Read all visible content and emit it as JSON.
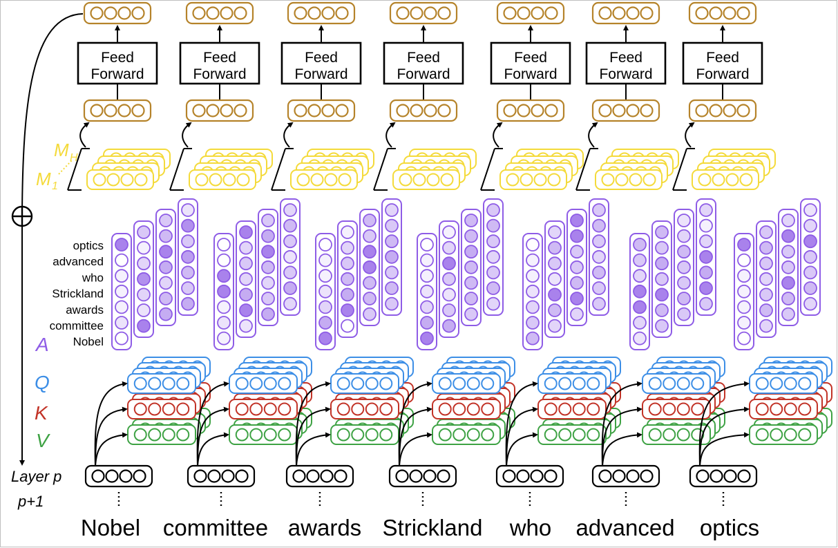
{
  "words": [
    "Nobel",
    "committee",
    "awards",
    "Strickland",
    "who",
    "advanced",
    "optics"
  ],
  "attention_labels": [
    "optics",
    "advanced",
    "who",
    "Strickland",
    "awards",
    "committee",
    "Nobel"
  ],
  "ff_label_line1": "Feed",
  "ff_label_line2": "Forward",
  "labels": {
    "A": "A",
    "Q": "Q",
    "K": "K",
    "V": "V",
    "layer_p": "Layer p",
    "layer_p1": "p+1",
    "mh_base": "M",
    "mh_sub": "H",
    "m1_base": "M",
    "m1_sub": "1",
    "add": "⊕"
  },
  "colors": {
    "gold": "#b5832a",
    "yellow": "#f4da3a",
    "purple": "#8e5ce6",
    "blue": "#3c8ee6",
    "red": "#c23327",
    "green": "#3ea244",
    "black": "#000000"
  },
  "attention_weights": [
    [
      [
        0.9,
        0,
        0.1,
        0.1,
        0.1,
        0.2,
        0
      ],
      [
        0.4,
        0.1,
        0.3,
        0.8,
        0.3,
        0.2,
        0.9
      ],
      [
        0.4,
        0.5,
        0.9,
        0.6,
        0.3,
        0.5,
        0.6
      ],
      [
        0.2,
        0.8,
        0.4,
        0.7,
        0.5,
        0.4,
        0.6
      ]
    ],
    [
      [
        0,
        0,
        0.9,
        0.9,
        0.1,
        0.2,
        0.1
      ],
      [
        0.9,
        0.3,
        0.4,
        0.3,
        0.6,
        0.9,
        0.2
      ],
      [
        0.4,
        0.6,
        0.9,
        0.5,
        0.3,
        0.4,
        0.6
      ],
      [
        0.3,
        0.5,
        0.4,
        0.2,
        0.4,
        0.6,
        0.3
      ]
    ],
    [
      [
        0,
        0.1,
        0.1,
        0.2,
        0.3,
        0.6,
        0.9
      ],
      [
        0.1,
        0.3,
        0.4,
        0.5,
        0.6,
        0.9,
        0
      ],
      [
        0.5,
        0.4,
        0.9,
        0.9,
        0.5,
        0.5,
        0.4
      ],
      [
        0.3,
        0.4,
        0.5,
        0.6,
        0.4,
        0.5,
        0.4
      ]
    ],
    [
      [
        0,
        0.1,
        0.1,
        0.2,
        0.3,
        0.6,
        0.9
      ],
      [
        0.1,
        0.3,
        0.9,
        0.4,
        0.2,
        0.4,
        0.6
      ],
      [
        0.5,
        0.5,
        0.6,
        0.5,
        0.5,
        0.5,
        0.4
      ],
      [
        0.4,
        0.5,
        0.4,
        0.3,
        0.4,
        0.5,
        0.3
      ]
    ],
    [
      [
        0,
        0.1,
        0.1,
        0.2,
        0.3,
        0.4,
        0.5
      ],
      [
        0.3,
        0.5,
        0.4,
        0.2,
        0.9,
        0.5,
        0.3
      ],
      [
        0.9,
        0.9,
        0.4,
        0.4,
        0.5,
        0.9,
        0.3
      ],
      [
        0.4,
        0.5,
        0.4,
        0.3,
        0.5,
        0.4,
        0.4
      ]
    ],
    [
      [
        0.5,
        0.4,
        0.3,
        0.9,
        0.9,
        0.3,
        0.2
      ],
      [
        0.5,
        0.4,
        0.6,
        0.4,
        0.9,
        0.5,
        0.4
      ],
      [
        0.2,
        0.3,
        0.5,
        0.4,
        0.4,
        0.5,
        0.4
      ],
      [
        0.3,
        0.1,
        0.3,
        0.9,
        0.6,
        0.9,
        0.4
      ]
    ],
    [
      [
        0.9,
        0,
        0.1,
        0.1,
        0.1,
        0.1,
        0
      ],
      [
        0.4,
        0.5,
        0.4,
        0.3,
        0.4,
        0.5,
        0.3
      ],
      [
        0.3,
        0.9,
        0.4,
        0.4,
        0.9,
        0.5,
        0.4
      ],
      [
        0.2,
        0.3,
        0.9,
        0.4,
        0.4,
        0.5,
        0.3
      ]
    ]
  ]
}
